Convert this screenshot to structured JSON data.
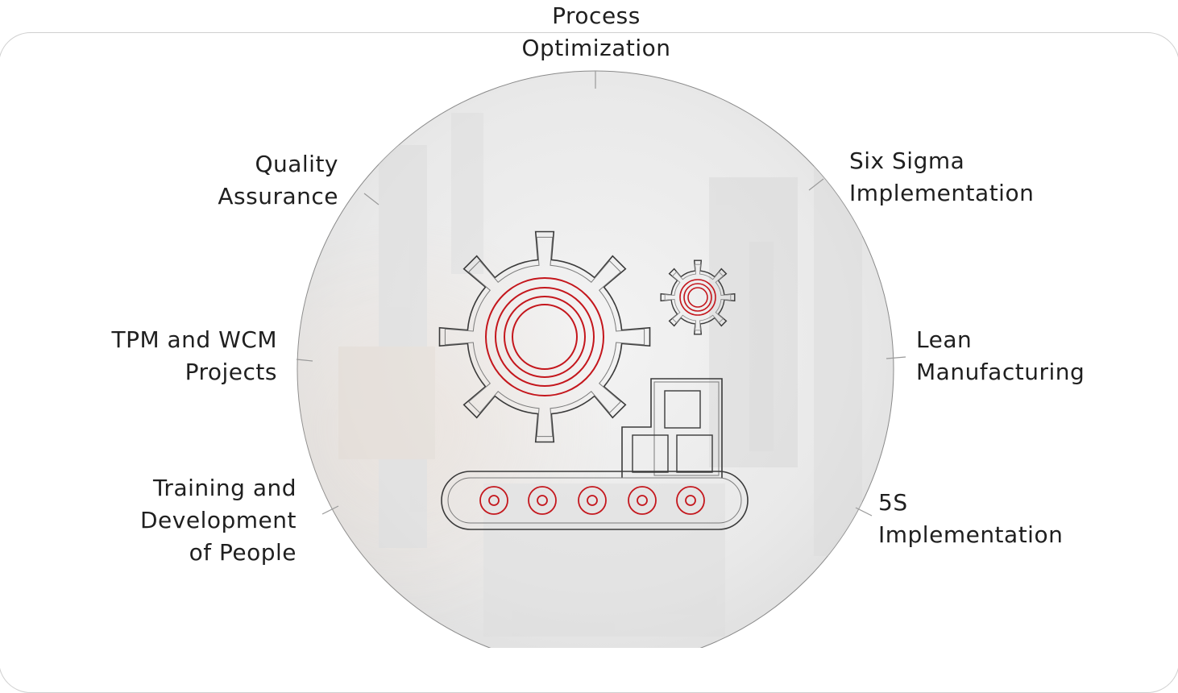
{
  "diagram": {
    "categories": [
      {
        "id": "process-optimization",
        "lines": [
          "Process",
          "Optimization"
        ]
      },
      {
        "id": "six-sigma",
        "lines": [
          "Six Sigma",
          "Implementation"
        ]
      },
      {
        "id": "lean-manufacturing",
        "lines": [
          "Lean",
          "Manufacturing"
        ]
      },
      {
        "id": "5s",
        "lines": [
          "5S",
          "Implementation"
        ]
      },
      {
        "id": "training",
        "lines": [
          "Training and",
          "Development",
          "of People"
        ]
      },
      {
        "id": "tpm-wcm",
        "lines": [
          "TPM and WCM",
          "Projects"
        ]
      },
      {
        "id": "quality-assurance",
        "lines": [
          "Quality",
          "Assurance"
        ]
      }
    ],
    "center_icon": "gears-conveyor-icon"
  },
  "colors": {
    "accent": "#c4161c",
    "outline": "#3a3a3a",
    "text": "#1f1f1f",
    "circle_fill": "#eeeeee"
  }
}
